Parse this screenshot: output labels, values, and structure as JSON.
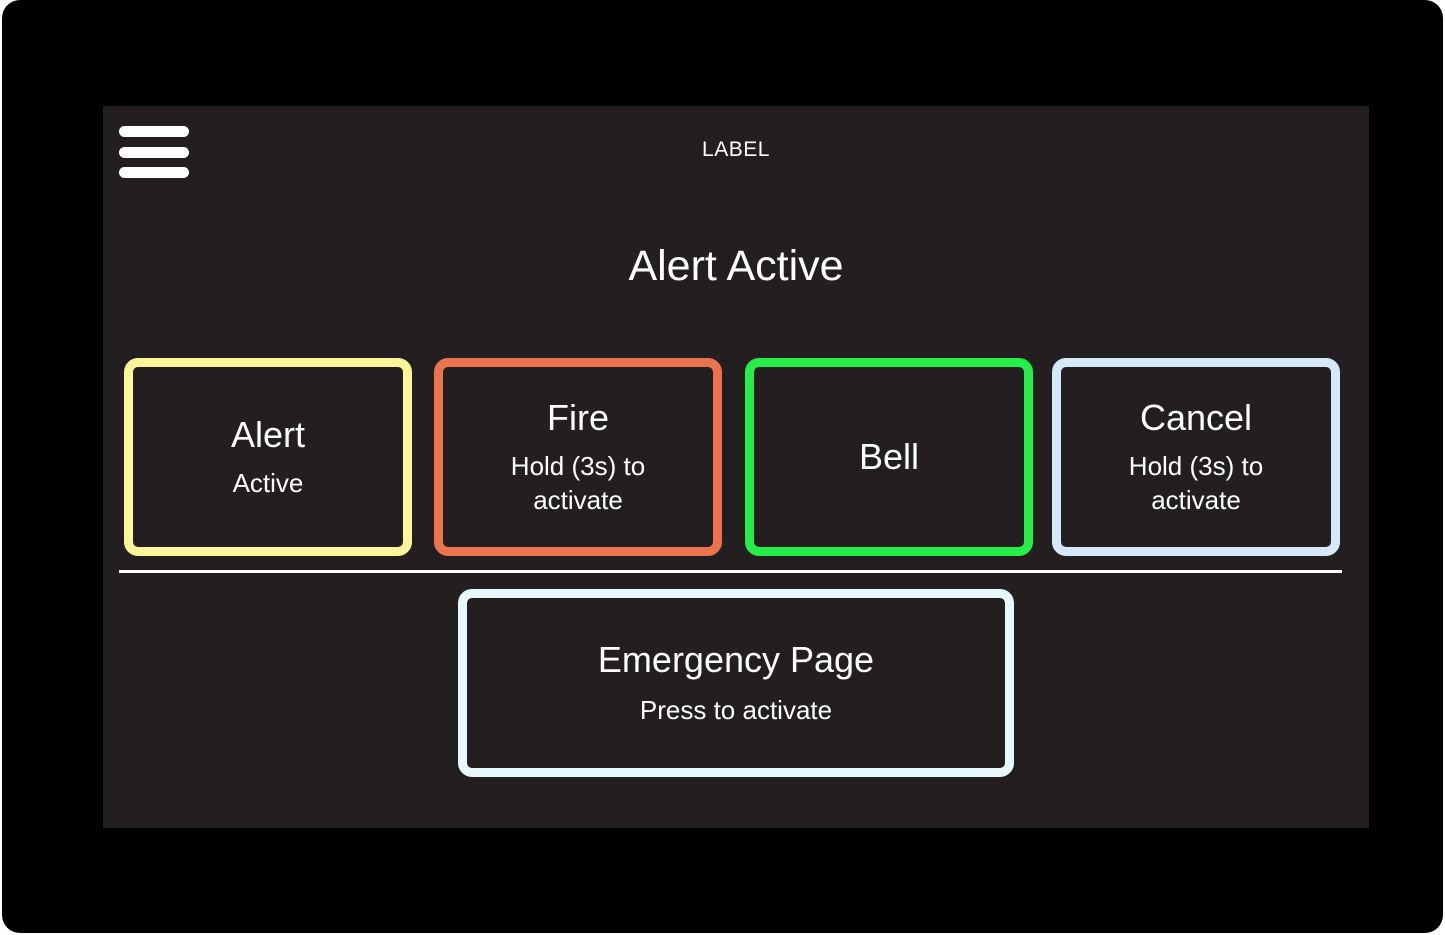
{
  "header": {
    "menu_icon": "hamburger-menu-icon",
    "label": "LABEL"
  },
  "status": {
    "title": "Alert Active"
  },
  "tiles": [
    {
      "title": "Alert",
      "subtitle": "Active",
      "color": "#fbf59a"
    },
    {
      "title": "Fire",
      "subtitle": "Hold (3s) to activate",
      "color": "#ea744e"
    },
    {
      "title": "Bell",
      "subtitle": "",
      "color": "#26ee48"
    },
    {
      "title": "Cancel",
      "subtitle": "Hold (3s) to activate",
      "color": "#d5e9fb"
    }
  ],
  "emergency": {
    "title": "Emergency Page",
    "subtitle": "Press to activate",
    "color": "#e6f8fa"
  },
  "colors": {
    "bezel": "#000000",
    "screen_background": "#231f20",
    "text": "#ffffff",
    "divider": "#ffffff",
    "menu_icon": "#ffffff"
  }
}
